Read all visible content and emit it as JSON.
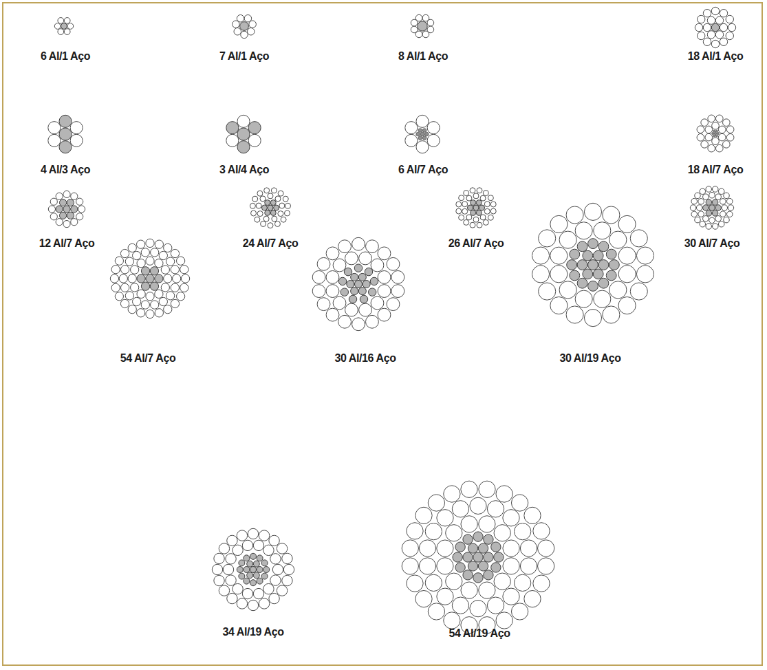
{
  "diagram": {
    "labels": [
      "6 Al/1 Aço",
      "7 Al/1 Aço",
      "8 Al/1 Aço",
      "18 Al/1 Aço",
      "4 Al/3 Aço",
      "3 Al/4 Aço",
      "6 Al/7 Aço",
      "18 Al/7 Aço",
      "12 Al/7 Aço",
      "24 Al/7 Aço",
      "26 Al/7 Aço",
      "30 Al/7 Aço",
      "54 Al/7 Aço",
      "30 Al/16 Aço",
      "30 Al/19 Aço",
      "34 Al/19 Aço",
      "54 Al/19 Aço"
    ]
  }
}
